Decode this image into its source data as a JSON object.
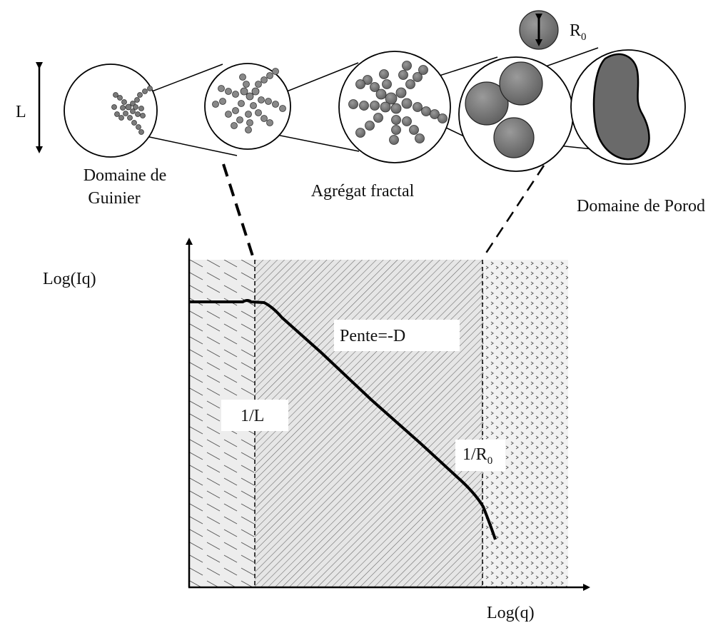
{
  "scale_symbols": {
    "size_label": "L",
    "particle_radius_label": "R",
    "particle_radius_subscript": "0"
  },
  "regime_labels": {
    "guinier_line1": "Domaine de",
    "guinier_line2": "Guinier",
    "fractal": "Agrégat fractal",
    "porod": "Domaine de Porod"
  },
  "axes": {
    "y_label": "Log(Iq)",
    "x_label": "Log(q)"
  },
  "annotations": {
    "slope": "Pente=-D",
    "crossover_guinier": "1/L",
    "crossover_porod_prefix": "1/R",
    "crossover_porod_subscript": "0"
  },
  "colors": {
    "particle_fill": "#6f6f6f",
    "bead_fill": "#8a8a8a",
    "region_background": "#e6e6e6",
    "line": "#000000",
    "label_box": "#ffffff"
  },
  "icons": {
    "size_arrow": "double-arrow-vertical",
    "particle": "sphere-with-double-arrow"
  }
}
